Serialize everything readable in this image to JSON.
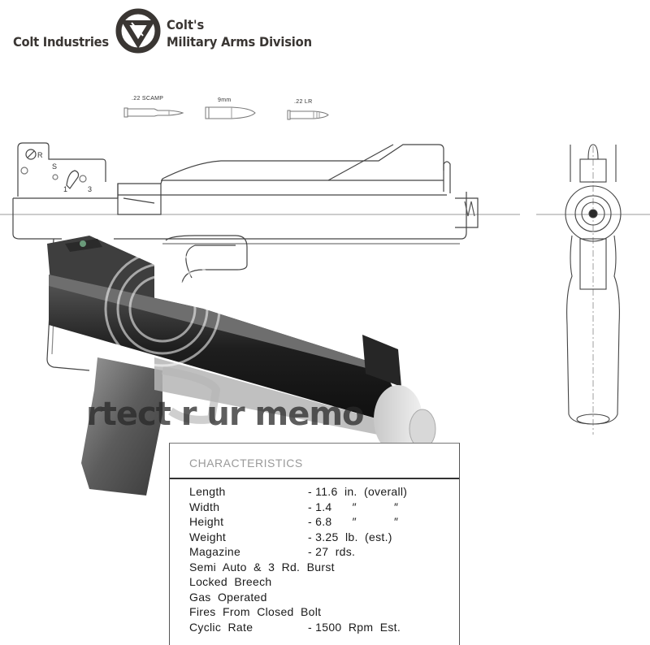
{
  "header": {
    "company": "Colt Industries",
    "division_line1": "Colt's",
    "division_line2": "Military Arms Division",
    "logo_icon": "colt-triangle-circle-logo"
  },
  "cartridges": [
    {
      "label": ".22 SCAMP"
    },
    {
      "label": "9mm"
    },
    {
      "label": ".22 LR"
    }
  ],
  "side_view": {
    "selector_labels": {
      "rotate": "R",
      "safe": "S",
      "single": "1",
      "burst": "3"
    }
  },
  "watermark": {
    "text": "rtect r          ur memo"
  },
  "characteristics": {
    "title": "CHARACTERISTICS",
    "rows": [
      {
        "key": "Length",
        "value": "- 11.6  in.  (overall)"
      },
      {
        "key": "Width",
        "value": "- 1.4      ″           ″"
      },
      {
        "key": "Height",
        "value": "- 6.8      ″           ″"
      },
      {
        "key": "Weight",
        "value": "- 3.25  lb.  (est.)"
      },
      {
        "key": "Magazine",
        "value": "- 27  rds."
      },
      {
        "key": "Semi  Auto  &  3  Rd.  Burst",
        "value": ""
      },
      {
        "key": "Locked  Breech",
        "value": ""
      },
      {
        "key": "Gas  Operated",
        "value": ""
      },
      {
        "key": "Fires  From  Closed  Bolt",
        "value": ""
      },
      {
        "key": "Cyclic  Rate",
        "value": "- 1500  Rpm  Est."
      }
    ]
  },
  "colors": {
    "ink": "#3a3633",
    "title_gray": "#9a9a9a",
    "render_dark": "#1e1e1e",
    "render_light": "#d8d8d8"
  }
}
